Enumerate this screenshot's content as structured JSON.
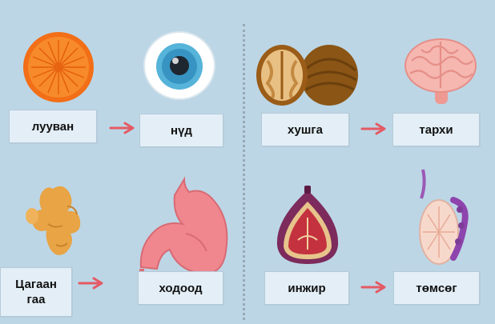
{
  "pairs": [
    {
      "food": "лууван",
      "organ": "нүд"
    },
    {
      "food": "хушга",
      "organ": "тархи"
    },
    {
      "food": "Цагаан гаа",
      "organ": "ходоод"
    },
    {
      "food": "инжир",
      "organ": "төмсөг"
    }
  ],
  "icons": [
    "carrot-slice-icon",
    "eye-icon",
    "walnut-icon",
    "brain-icon",
    "ginger-icon",
    "stomach-icon",
    "fig-icon",
    "testicle-icon"
  ],
  "colors": {
    "background": "#bcd6e6",
    "label_bg": "#e3eef6",
    "arrow": "#e45a64"
  }
}
